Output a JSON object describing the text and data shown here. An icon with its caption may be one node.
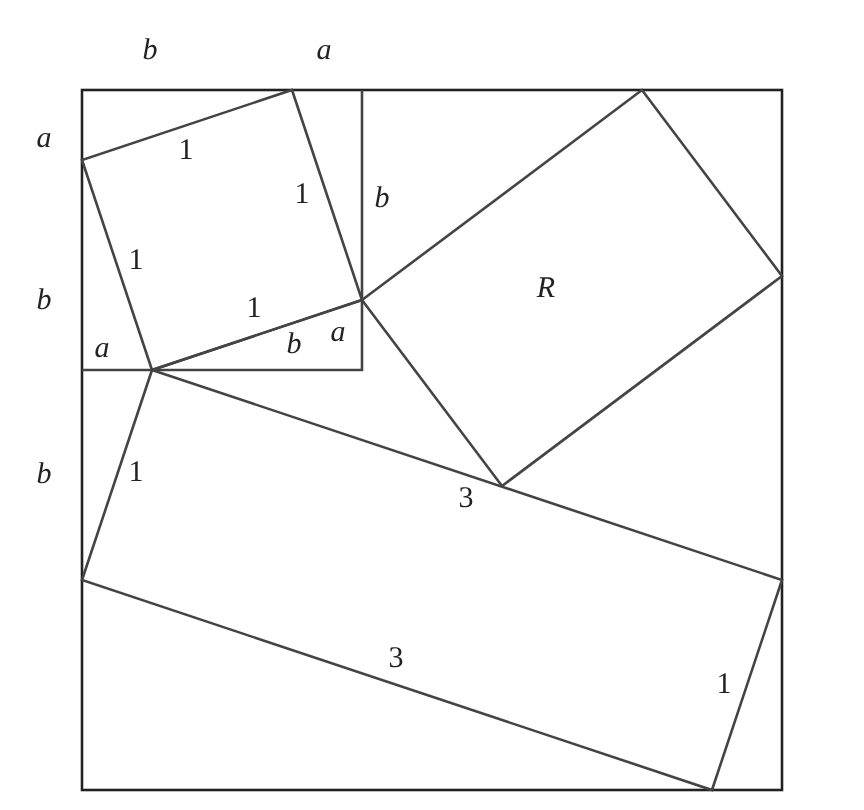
{
  "diagram": {
    "labels": [
      "b",
      "a",
      "a",
      "1",
      "1",
      "b",
      "1",
      "b",
      "1",
      "a",
      "b",
      "a",
      "R",
      "b",
      "1",
      "3",
      "3",
      "1"
    ]
  }
}
